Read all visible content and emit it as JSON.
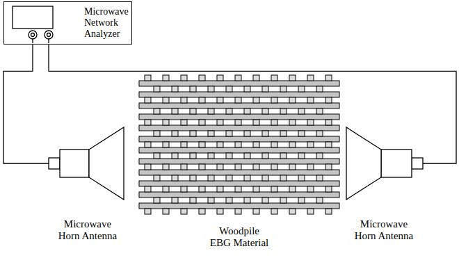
{
  "diagram": {
    "nodes": [
      {
        "text": [
          "Microwave Network Analyzer"
        ]
      },
      {
        "text": [
          "Microwave Horn Antenna"
        ]
      },
      {
        "text": [
          "Woodpile EBG Material"
        ]
      },
      {
        "text": [
          "Microwave Horn Antenna"
        ]
      }
    ],
    "edges": [
      {
        "from": 0,
        "to": 1,
        "arrow": "none"
      },
      {
        "from": 0,
        "to": 3,
        "arrow": "none"
      }
    ]
  }
}
